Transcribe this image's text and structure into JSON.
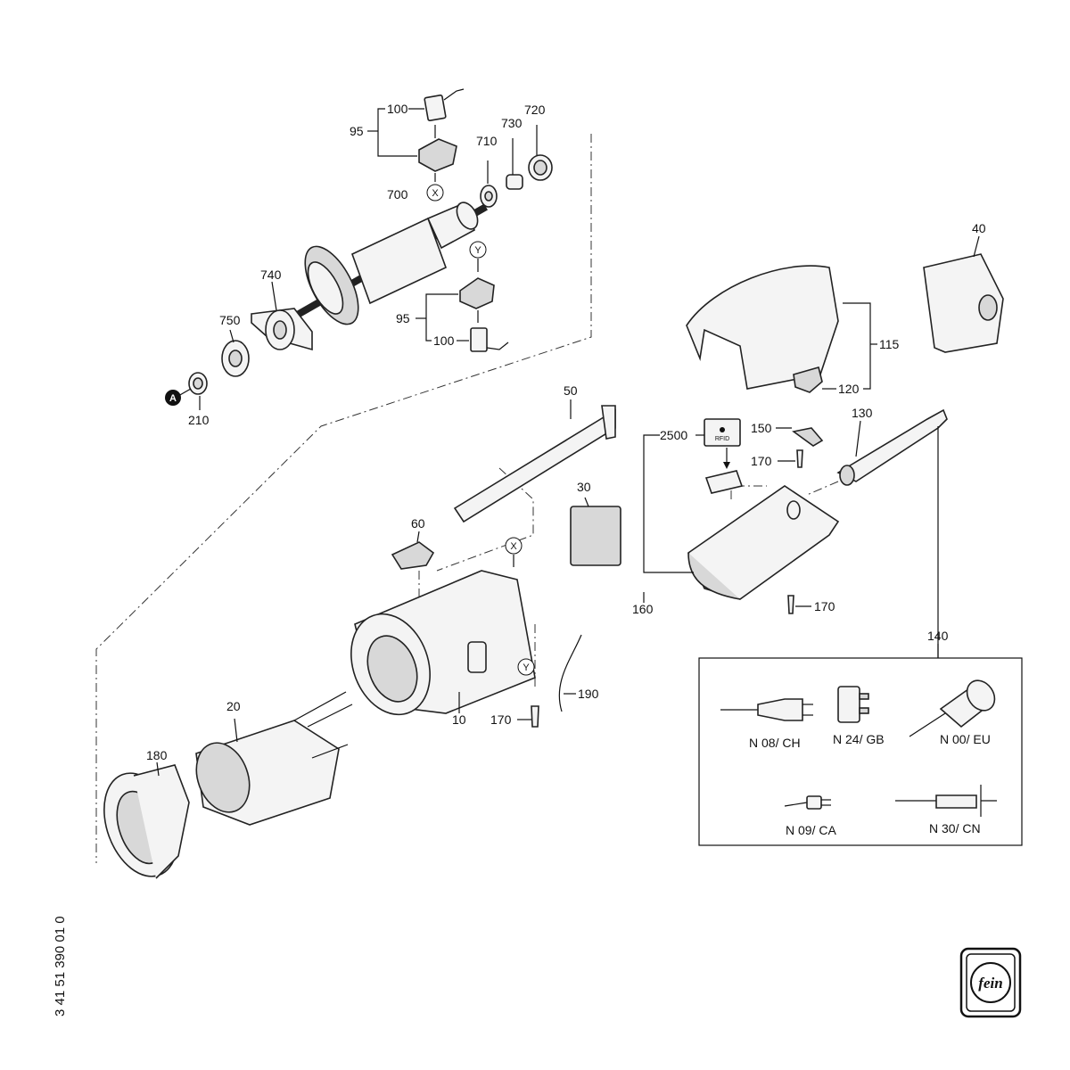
{
  "document_number": "3 41 51 390 01 0",
  "brand_logo": "fein",
  "marker_a": "A",
  "marker_x": "X",
  "marker_y": "Y",
  "rfid_label": "RFID",
  "parts": {
    "p10": "10",
    "p20": "20",
    "p30": "30",
    "p40": "40",
    "p50": "50",
    "p60": "60",
    "p95_top": "95",
    "p95_bottom": "95",
    "p100_top": "100",
    "p100_bottom": "100",
    "p115": "115",
    "p120": "120",
    "p130": "130",
    "p140": "140",
    "p150": "150",
    "p160": "160",
    "p170_a": "170",
    "p170_b": "170",
    "p170_c": "170",
    "p180": "180",
    "p190": "190",
    "p210": "210",
    "p700": "700",
    "p710": "710",
    "p720": "720",
    "p730": "730",
    "p740": "740",
    "p750": "750",
    "p2500": "2500"
  },
  "plugs": {
    "n08": "N 08/ CH",
    "n24": "N 24/ GB",
    "n00": "N 00/ EU",
    "n09": "N 09/ CA",
    "n30": "N 30/ CN"
  }
}
